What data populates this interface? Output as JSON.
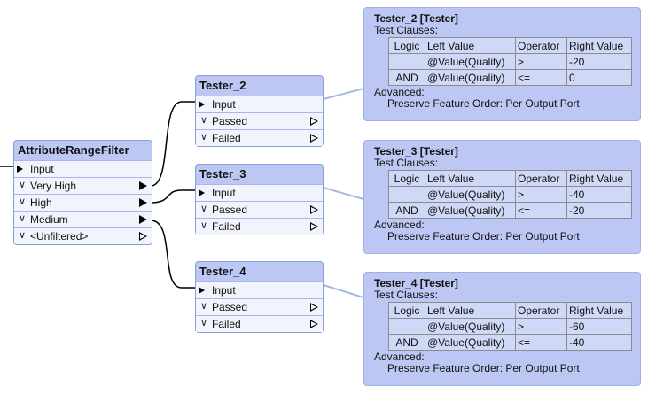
{
  "source": {
    "title": "AttributeRangeFilter",
    "input": "Input",
    "outputs": [
      "Very High",
      "High",
      "Medium",
      "<Unfiltered>"
    ]
  },
  "testers": [
    {
      "title": "Tester_2",
      "input": "Input",
      "passed": "Passed",
      "failed": "Failed"
    },
    {
      "title": "Tester_3",
      "input": "Input",
      "passed": "Passed",
      "failed": "Failed"
    },
    {
      "title": "Tester_4",
      "input": "Input",
      "passed": "Passed",
      "failed": "Failed"
    }
  ],
  "annotations": [
    {
      "heading": "Tester_2 [Tester]",
      "clauses_label": "Test Clauses:",
      "columns": [
        "Logic",
        "Left Value",
        "Operator",
        "Right Value"
      ],
      "rows": [
        [
          "",
          "@Value(Quality)",
          ">",
          "-20"
        ],
        [
          "AND",
          "@Value(Quality)",
          "<=",
          "0"
        ]
      ],
      "advanced_label": "Advanced:",
      "preserve": "Preserve Feature Order: Per Output Port"
    },
    {
      "heading": "Tester_3 [Tester]",
      "clauses_label": "Test Clauses:",
      "columns": [
        "Logic",
        "Left Value",
        "Operator",
        "Right Value"
      ],
      "rows": [
        [
          "",
          "@Value(Quality)",
          ">",
          "-40"
        ],
        [
          "AND",
          "@Value(Quality)",
          "<=",
          "-20"
        ]
      ],
      "advanced_label": "Advanced:",
      "preserve": "Preserve Feature Order: Per Output Port"
    },
    {
      "heading": "Tester_4 [Tester]",
      "clauses_label": "Test Clauses:",
      "columns": [
        "Logic",
        "Left Value",
        "Operator",
        "Right Value"
      ],
      "rows": [
        [
          "",
          "@Value(Quality)",
          ">",
          "-60"
        ],
        [
          "AND",
          "@Value(Quality)",
          "<=",
          "-40"
        ]
      ],
      "advanced_label": "Advanced:",
      "preserve": "Preserve Feature Order: Per Output Port"
    }
  ],
  "colors": {
    "node_fill": "#bcc8f3",
    "port_fill": "#f2f4fd",
    "wire": "#000000"
  }
}
